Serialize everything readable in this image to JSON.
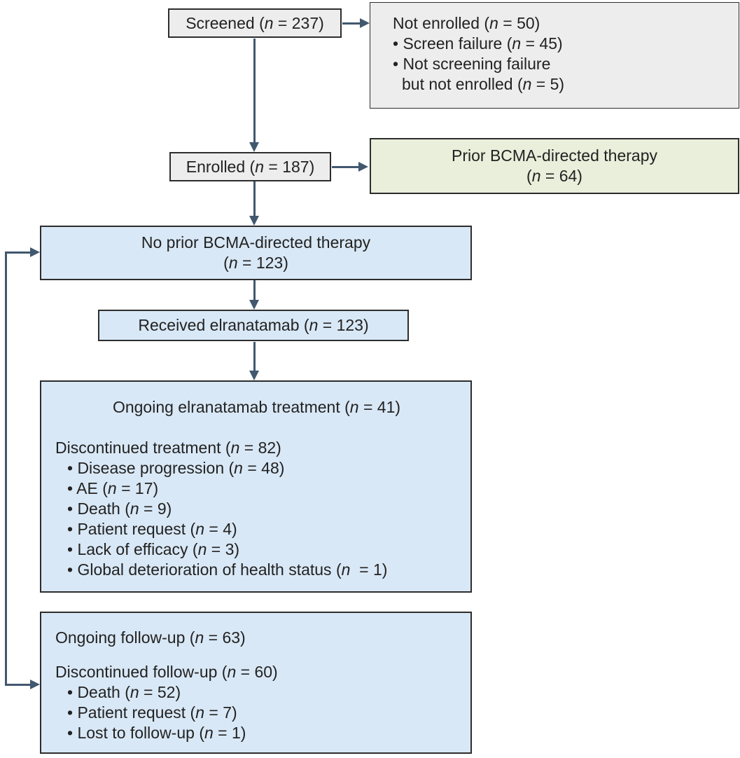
{
  "diagram": {
    "boxes": {
      "screened": {
        "label": "Screened (n = 237)"
      },
      "not_enrolled": {
        "title": "Not enrolled (n = 50)",
        "bullet_1": "• Screen failure (n = 45)",
        "bullet_2": "• Not screening failure",
        "bullet_2_continuation": "but not enrolled (n = 5)"
      },
      "enrolled": {
        "label": "Enrolled (n = 187)"
      },
      "prior_bcma": {
        "line1": "Prior BCMA-directed therapy",
        "line2": "(n = 64)"
      },
      "no_prior_bcma": {
        "line1": "No prior BCMA-directed therapy",
        "line2": "(n = 123)"
      },
      "received": {
        "label": "Received elranatamab (n = 123)"
      },
      "treatment": {
        "ongoing": "Ongoing elranatamab treatment (n = 41)",
        "discontinued": "Discontinued treatment (n = 82)",
        "bullets": [
          "• Disease progression (n = 48)",
          "• AE (n = 17)",
          "• Death (n = 9)",
          "• Patient request (n = 4)",
          "• Lack of efficacy (n = 3)",
          "• Global deterioration of health status (n  = 1)"
        ]
      },
      "follow_up": {
        "ongoing": "Ongoing follow-up (n = 63)",
        "discontinued": "Discontinued follow-up (n = 60)",
        "bullets": [
          "• Death (n = 52)",
          "• Patient request (n = 7)",
          "• Lost to follow-up (n = 1)"
        ]
      }
    },
    "colors": {
      "gray_fill": "#ededed",
      "green_fill": "#e9efdb",
      "blue_fill": "#d9e8f6",
      "border": "#2d2d2d",
      "arrow": "#41586f",
      "text": "#222222"
    }
  }
}
